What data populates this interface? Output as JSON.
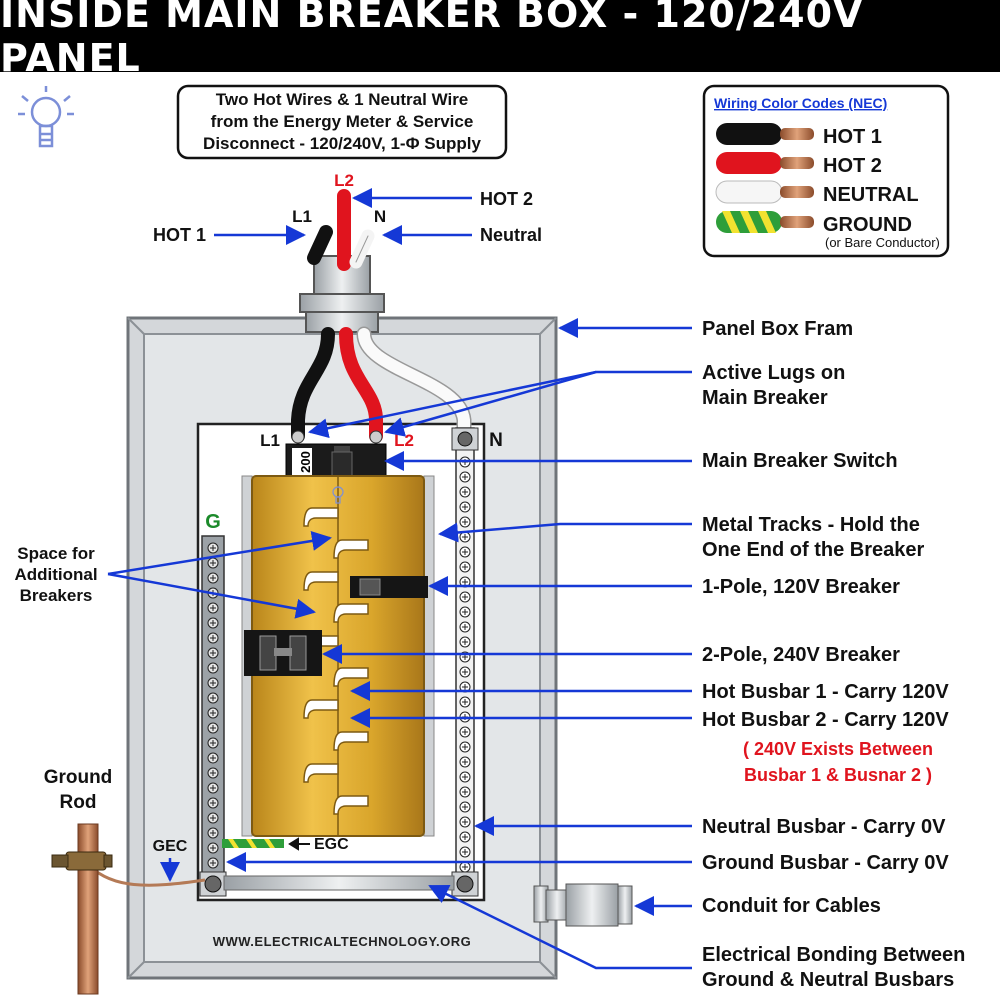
{
  "title": "INSIDE MAIN BREAKER BOX - 120/240V PANEL",
  "supply_note": [
    "Two Hot Wires & 1 Neutral Wire",
    "from the Energy Meter & Service",
    "Disconnect - 120/240V, 1-Φ Supply"
  ],
  "legend": {
    "title": "Wiring Color Codes (NEC)",
    "items": [
      {
        "label": "HOT 1",
        "color": "#111111"
      },
      {
        "label": "HOT 2",
        "color": "#e0141e"
      },
      {
        "label": "NEUTRAL",
        "color": "#f4f4f4"
      },
      {
        "label": "GROUND",
        "sub": "(or Bare Conductor)",
        "color": "#2e9e3a"
      }
    ]
  },
  "wire_tags": {
    "l1": "L1",
    "l2": "L2",
    "n": "N",
    "g": "G"
  },
  "wire_labels": {
    "hot1": "HOT 1",
    "hot2": "HOT 2",
    "neutral": "Neutral"
  },
  "main_breaker_rating": "200",
  "left_labels": {
    "space": [
      "Space for",
      "Additional",
      "Breakers"
    ],
    "ground_rod": [
      "Ground",
      "Rod"
    ],
    "gec": "GEC",
    "egc": "EGC"
  },
  "right_labels": {
    "panel_frame": "Panel Box Fram",
    "active_lugs": [
      "Active Lugs on",
      "Main Breaker"
    ],
    "main_switch": "Main Breaker Switch",
    "metal_tracks": [
      "Metal Tracks - Hold the",
      "One End of the Breaker"
    ],
    "one_pole": "1-Pole, 120V Breaker",
    "two_pole": "2-Pole, 240V Breaker",
    "busbar1": "Hot Busbar 1 - Carry 120V",
    "busbar2": "Hot Busbar 2 - Carry 120V",
    "note": [
      "( 240V Exists Between",
      "Busbar 1  &  Busnar 2 )"
    ],
    "neutral_busbar": "Neutral Busbar - Carry 0V",
    "ground_busbar": "Ground Busbar - Carry 0V",
    "conduit": "Conduit for Cables",
    "bonding": [
      "Electrical Bonding Between",
      "Ground & Neutral Busbars"
    ]
  },
  "website": "WWW.ELECTRICALTECHNOLOGY.ORG",
  "colors": {
    "arrow": "#1538d6",
    "busbar": "#d9a52b",
    "frame": "#c9cdd1",
    "hot2": "#e0141e"
  }
}
